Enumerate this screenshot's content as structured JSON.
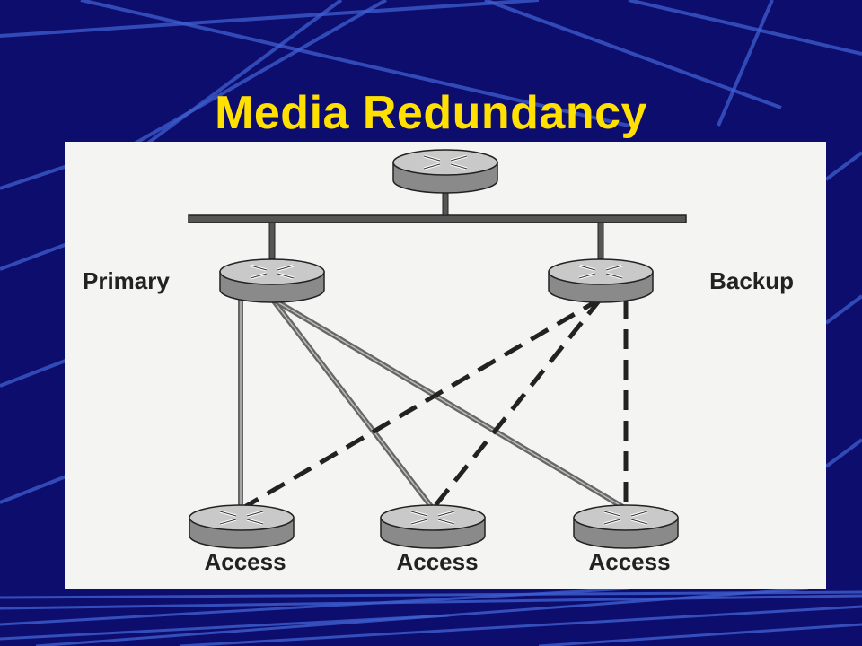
{
  "title": "Media Redundancy",
  "colors": {
    "background": "#0d0d6e",
    "title": "#ffe000",
    "accent_lines": "#3f5fd0",
    "figure_bg": "#f4f4f2",
    "ink": "#222222"
  },
  "diagram": {
    "nodes": [
      {
        "id": "core",
        "label": ""
      },
      {
        "id": "primary",
        "label": "Primary"
      },
      {
        "id": "backup",
        "label": "Backup"
      },
      {
        "id": "access1",
        "label": "Access"
      },
      {
        "id": "access2",
        "label": "Access"
      },
      {
        "id": "access3",
        "label": "Access"
      }
    ],
    "links": [
      {
        "from": "primary",
        "to": "access1",
        "style": "solid"
      },
      {
        "from": "primary",
        "to": "access2",
        "style": "solid"
      },
      {
        "from": "primary",
        "to": "access3",
        "style": "solid"
      },
      {
        "from": "backup",
        "to": "access1",
        "style": "dashed"
      },
      {
        "from": "backup",
        "to": "access2",
        "style": "dashed"
      },
      {
        "from": "backup",
        "to": "access3",
        "style": "dashed"
      }
    ],
    "backbone": {
      "connects": [
        "core",
        "primary",
        "backup"
      ]
    }
  }
}
